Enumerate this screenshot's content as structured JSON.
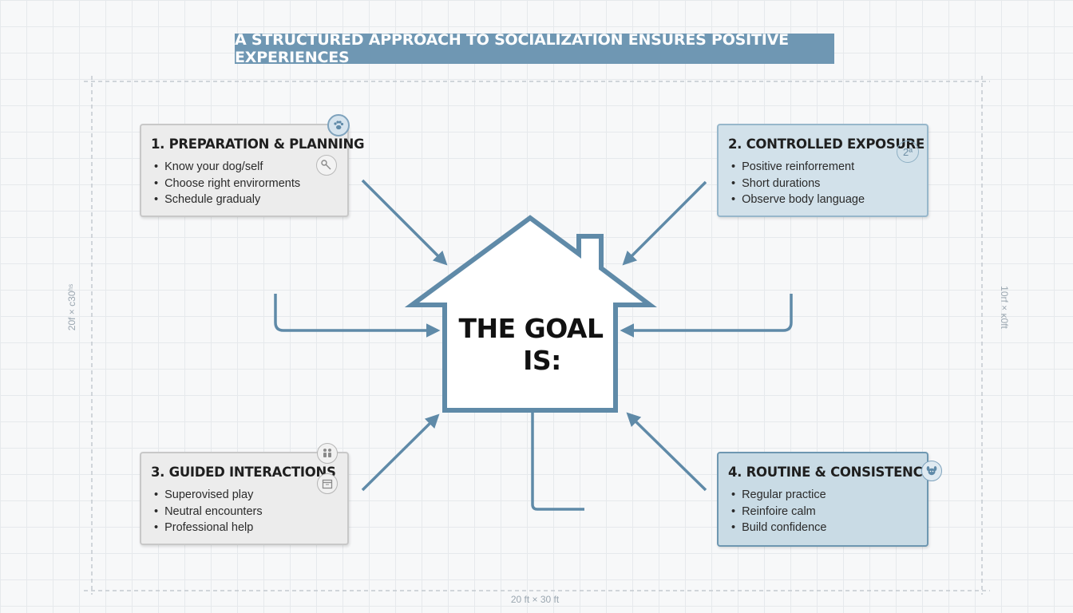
{
  "title": "A STRUCTURED APPROACH TO SOCIALIZATION ENSURES POSITIVE EXPERIENCES",
  "center": {
    "line1": "THE GOAL",
    "line2": "IS:"
  },
  "cards": [
    {
      "heading": "1. PREPARATION & PLANNING",
      "items": [
        "Know your dog/self",
        "Choose right envirorments",
        "Schedule gradualy"
      ],
      "icons": [
        "paw-icon",
        "key-icon"
      ]
    },
    {
      "heading": "2. CONTROLLED EXPOSURE",
      "items": [
        "Positive reinforrement",
        "Short durations",
        "Observe body language"
      ],
      "badge_text": "2ª",
      "icons": [
        "number-badge-icon"
      ]
    },
    {
      "heading": "3. GUIDED INTERACTIONS",
      "items": [
        "Superovised play",
        "Neutral encounters",
        "Professional help"
      ],
      "icons": [
        "people-icon",
        "calendar-icon"
      ]
    },
    {
      "heading": "4. ROUTINE & CONSISTENCY",
      "items": [
        "Regular practice",
        "Reinfoire calm",
        "Build confidence"
      ],
      "icons": [
        "dog-face-icon"
      ]
    }
  ],
  "dimensions": {
    "left": "20f × c30ʰˢ",
    "right": "10rf × κ0ft",
    "bottom": "20 ft × 30 ft"
  },
  "colors": {
    "accent": "#6f97b3",
    "line": "#5f8aa8",
    "gray_card": "#ececec",
    "blue_card": "#d2e1ea"
  }
}
